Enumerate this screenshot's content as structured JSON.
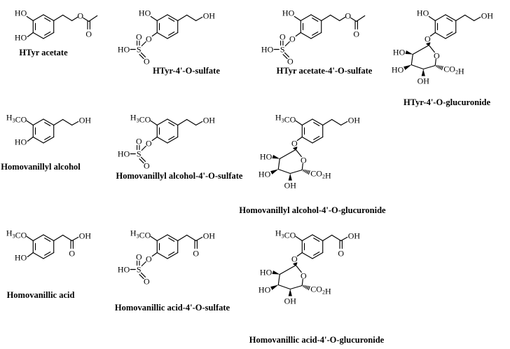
{
  "compounds": [
    {
      "id": "htyr-acetate",
      "name": "HTyr acetate",
      "r3": "HO",
      "conj": "free",
      "tail": "acetate"
    },
    {
      "id": "htyr-sulfate",
      "name": "HTyr-4'-O-sulfate",
      "r3": "HO",
      "conj": "sulfate",
      "tail": "ethanol"
    },
    {
      "id": "htyr-acetate-sulfate",
      "name": "HTyr acetate-4'-O-sulfate",
      "r3": "HO",
      "conj": "sulfate",
      "tail": "acetate"
    },
    {
      "id": "htyr-glucuronide",
      "name": "HTyr-4'-O-glucuronide",
      "r3": "HO",
      "conj": "glucuronide",
      "tail": "ethanol"
    },
    {
      "id": "homovanillyl-alcohol",
      "name": "Homovanillyl alcohol",
      "r3": "H3CO",
      "conj": "free",
      "tail": "ethanol"
    },
    {
      "id": "homovanillyl-alcohol-sulfate",
      "name": "Homovanillyl alcohol-4'-O-sulfate",
      "r3": "H3CO",
      "conj": "sulfate",
      "tail": "ethanol"
    },
    {
      "id": "homovanillyl-alcohol-glucuronide",
      "name": "Homovanillyl alcohol-4'-O-glucuronide",
      "r3": "H3CO",
      "conj": "glucuronide",
      "tail": "ethanol"
    },
    {
      "id": "homovanillic-acid",
      "name": "Homovanillic acid",
      "r3": "H3CO",
      "conj": "free",
      "tail": "acid"
    },
    {
      "id": "homovanillic-acid-sulfate",
      "name": "Homovanillic acid-4'-O-sulfate",
      "r3": "H3CO",
      "conj": "sulfate",
      "tail": "acid"
    },
    {
      "id": "homovanillic-acid-glucuronide",
      "name": "Homovanillic acid-4'-O-glucuronide",
      "r3": "H3CO",
      "conj": "glucuronide",
      "tail": "acid"
    }
  ],
  "atoms": {
    "ho": "HO",
    "h3co_h": "H",
    "h3co_sub": "3",
    "h3co_co": "CO",
    "oh": "OH",
    "o": "O",
    "s": "S",
    "co2h_c": "CO",
    "co2h_sub": "2",
    "co2h_h": "H"
  }
}
